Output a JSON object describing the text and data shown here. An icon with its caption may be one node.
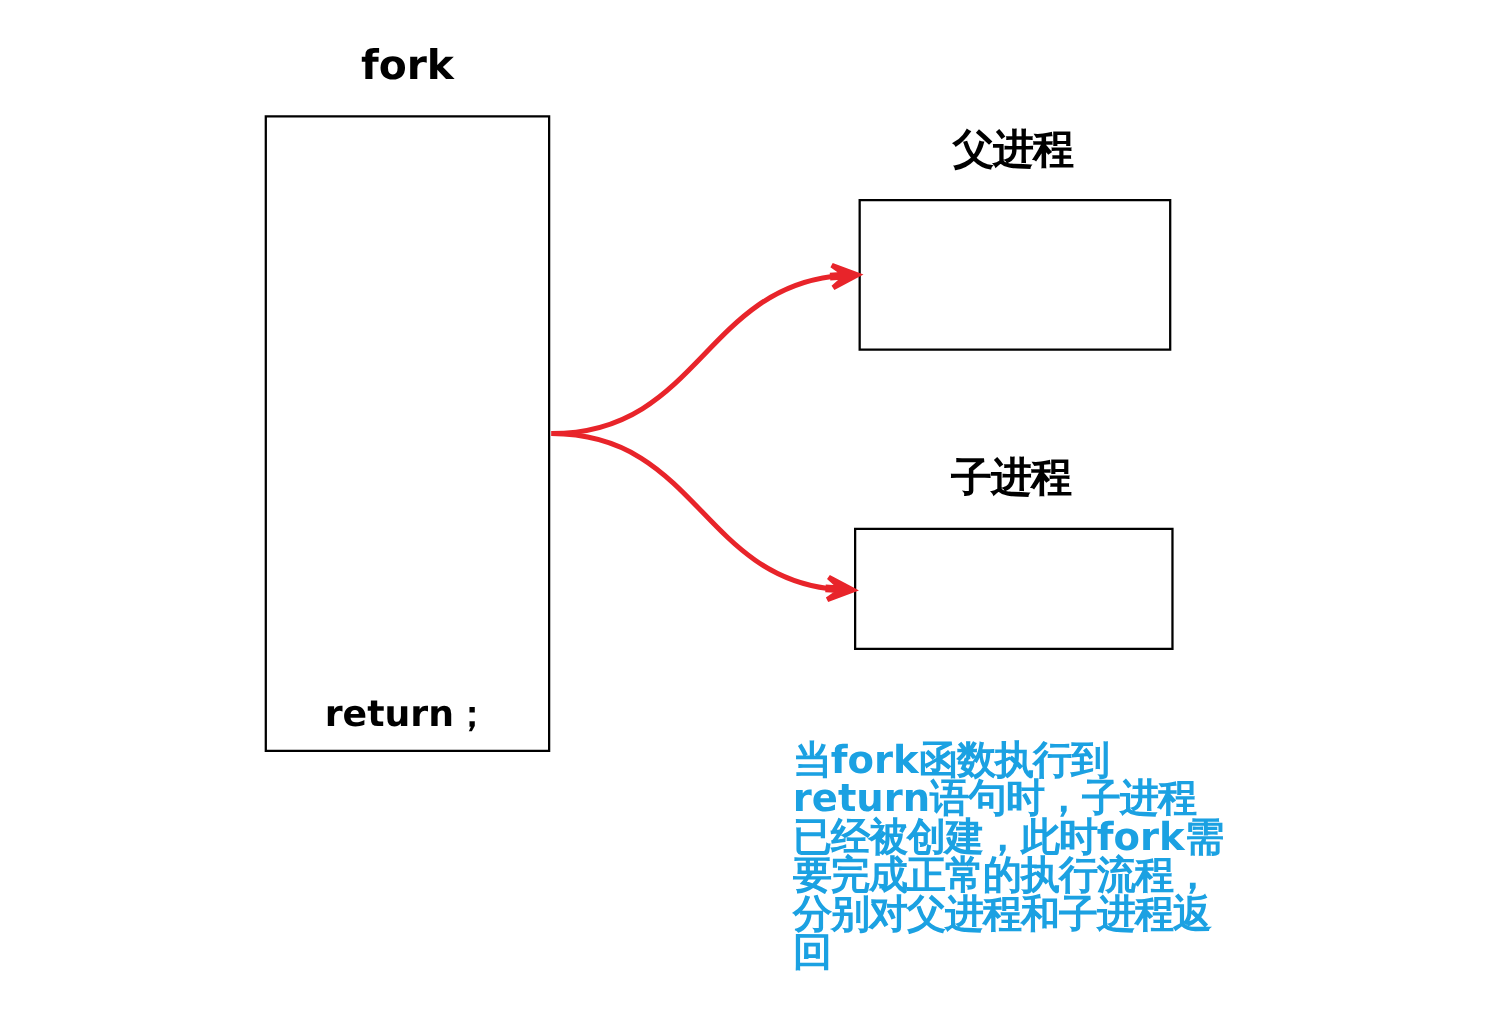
{
  "diagram": {
    "nodes": [
      {
        "text": [
          "fork",
          "return；"
        ]
      },
      {
        "text": [
          "父进程"
        ]
      },
      {
        "text": [
          "子进程"
        ]
      }
    ],
    "edges": [
      {
        "from": 0,
        "to": 1,
        "arrow": "to"
      },
      {
        "from": 0,
        "to": 2,
        "arrow": "to"
      }
    ],
    "labels": [
      "当fork函数执行到return语句时，子进程已经被创建，此时fork需要完成正常的执行流程，分别对父进程和子进程返回"
    ]
  }
}
